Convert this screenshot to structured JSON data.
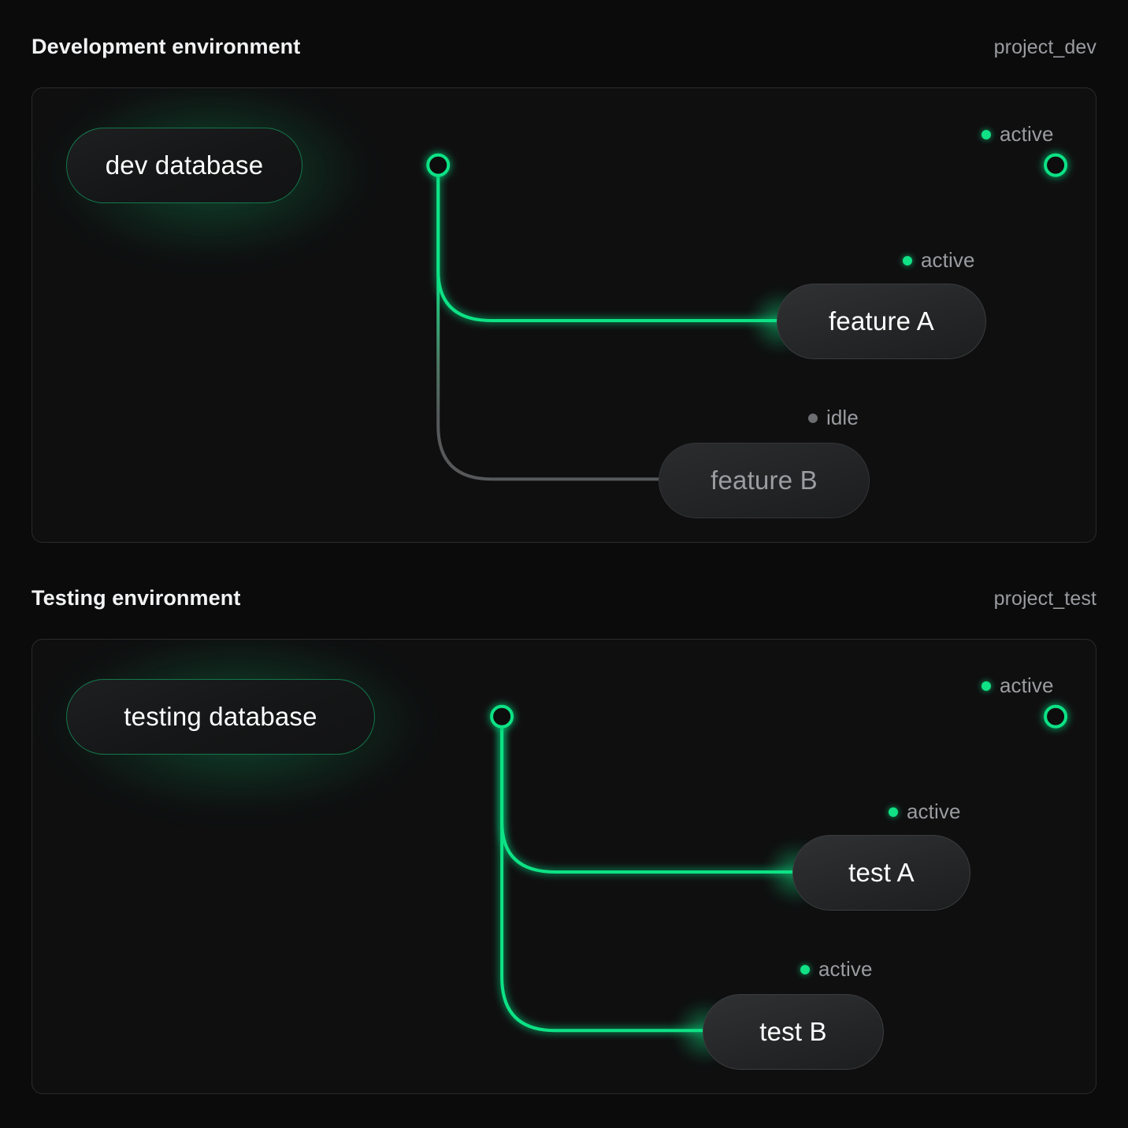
{
  "page": {
    "background": "#0b0b0c",
    "accent_active": "#10e285",
    "accent_idle": "#6c6e71"
  },
  "sections": [
    {
      "title": "Development environment",
      "project": "project_dev",
      "database": {
        "label": "dev database",
        "status": "active"
      },
      "trunk_endpoint": {
        "status": "active",
        "status_label": "active"
      },
      "branches": [
        {
          "label": "feature A",
          "status": "active",
          "status_label": "active"
        },
        {
          "label": "feature B",
          "status": "idle",
          "status_label": "idle"
        }
      ]
    },
    {
      "title": "Testing environment",
      "project": "project_test",
      "database": {
        "label": "testing database",
        "status": "active"
      },
      "trunk_endpoint": {
        "status": "active",
        "status_label": "active"
      },
      "branches": [
        {
          "label": "test A",
          "status": "active",
          "status_label": "active"
        },
        {
          "label": "test B",
          "status": "active",
          "status_label": "active"
        }
      ]
    }
  ]
}
